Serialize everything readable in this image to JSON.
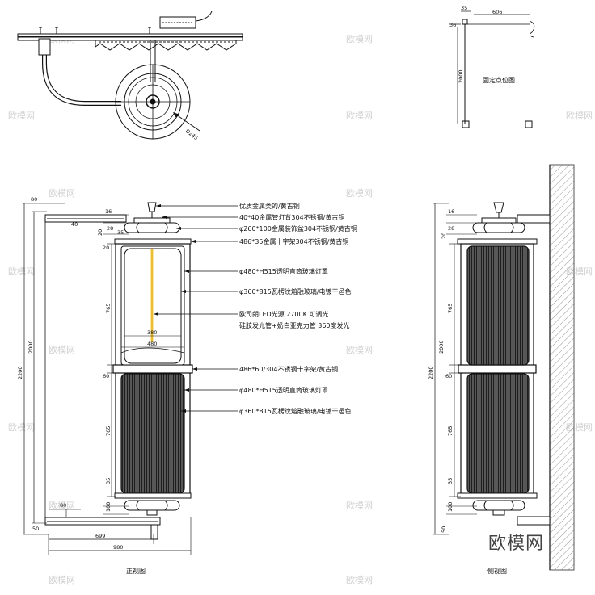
{
  "annotations": [
    "优质金属类的/黄古铜",
    "40*40金属管灯背304不锈钢/黄古铜",
    "φ260*100金属装饰盆304不锈钢/黄古铜",
    "486*35金属十字架304不锈钢/黄古铜",
    "φ480*H515透明直筒玻璃灯罩",
    "φ360*815瓦楞纹熔融玻璃/电镀干邑色",
    "欧司朗LED光源 2700K 可调光",
    "硅胶发光管+奶白亚克力管 360度发光",
    "486*60/304不锈钢十字架/黄古铜",
    "φ480*H515透明直筒玻璃灯罩",
    "φ360*815瓦楞纹熔融玻璃/电镀干邑色"
  ],
  "top_detail": {
    "dim_d245": "D245"
  },
  "fix_plan": {
    "caption": "固定点位图",
    "dims": {
      "d35": "35",
      "d36": "36",
      "d606": "606",
      "d2000": "2000"
    }
  },
  "front_view": {
    "caption": "正视图",
    "dims": {
      "d80_top": "80",
      "d40": "40",
      "d16": "16",
      "d28": "28",
      "d20": "20",
      "d35": "35",
      "d20b": "20",
      "d765_top": "765",
      "d380": "380",
      "d480": "480",
      "d60": "60",
      "d765_bot": "765",
      "d35b": "35",
      "d100": "100",
      "d80_bot": "80",
      "d50": "50",
      "d699": "699",
      "d980": "980",
      "d2200": "2200",
      "d2000": "2000"
    }
  },
  "side_view": {
    "caption": "侧视图",
    "dims": {
      "d16": "16",
      "d28": "28",
      "d20": "20",
      "d765_top": "765",
      "d60": "60",
      "d765_bot": "765",
      "d35": "35",
      "d100": "100",
      "d50": "50",
      "d2200": "2200",
      "d2000": "2000"
    }
  },
  "watermark": "欧模网",
  "logo": "欧模网"
}
